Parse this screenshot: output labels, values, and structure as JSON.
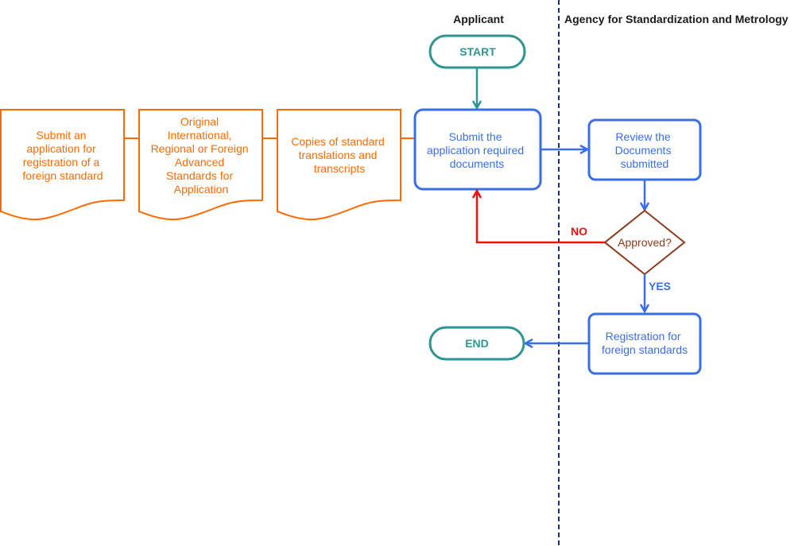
{
  "lanes": {
    "applicant": "Applicant",
    "agency": "Agency for Standardization and Metrology"
  },
  "terminals": {
    "start": "START",
    "end": "END"
  },
  "documents": [
    {
      "lines": [
        "Submit an",
        "application for",
        "registration of a",
        "foreign standard"
      ]
    },
    {
      "lines": [
        "Original",
        "International,",
        "Regional or Foreign",
        "Advanced",
        "Standards for",
        "Application"
      ]
    },
    {
      "lines": [
        "Copies of standard",
        "translations and",
        "transcripts"
      ]
    }
  ],
  "processes": {
    "submit": {
      "lines": [
        "Submit the",
        "application  required",
        "documents"
      ]
    },
    "review": {
      "lines": [
        "Review the",
        "Documents",
        "submitted"
      ]
    },
    "register": {
      "lines": [
        "Registration for",
        "foreign standards"
      ]
    }
  },
  "decision": {
    "label": "Approved?",
    "no_label": "NO",
    "yes_label": "YES"
  },
  "colors": {
    "terminal": "#2e9690",
    "document": "#ff6a00",
    "process": "#3a6ee8",
    "decision": "#8b3a1a",
    "reject_flow": "#ee1111",
    "lane_divider": "#1a2f7a"
  }
}
